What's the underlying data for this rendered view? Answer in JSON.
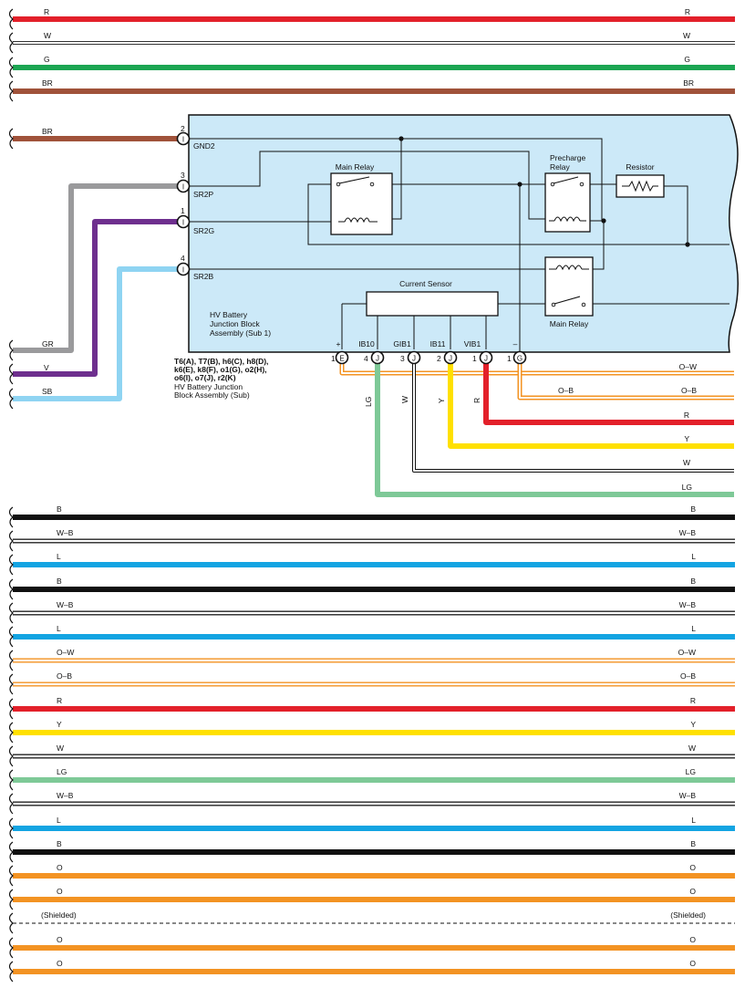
{
  "colors": {
    "R": "#e3202a",
    "W": "#ffffff",
    "G": "#1ba552",
    "BR": "#a0523a",
    "GR": "#9a9a9c",
    "V": "#6e2f8e",
    "SB": "#8fd4f2",
    "LG": "#7ec997",
    "Y": "#ffe000",
    "B": "#111111",
    "L": "#13a4e2",
    "O": "#f39323",
    "block_fill": "#cce9f8"
  },
  "top_wires": [
    {
      "label": "R",
      "color_key": "R"
    },
    {
      "label": "W",
      "color_key": "W"
    },
    {
      "label": "G",
      "color_key": "G"
    },
    {
      "label": "BR",
      "color_key": "BR"
    }
  ],
  "block": {
    "pins_left": [
      {
        "num": "2",
        "name": "GND2"
      },
      {
        "num": "3",
        "name": "SR2P"
      },
      {
        "num": "1",
        "name": "SR2G"
      },
      {
        "num": "4",
        "name": "SR2B"
      }
    ],
    "main_relay_top": "Main Relay",
    "precharge_relay_line1": "Precharge",
    "precharge_relay_line2": "Relay",
    "resistor": "Resistor",
    "current_sensor": "Current Sensor",
    "main_relay_bottom": "Main Relay",
    "name_line1": "HV Battery",
    "name_line2": "Junction Block",
    "name_line3": "Assembly (Sub 1)",
    "sensor_pins": [
      "+",
      "IB10",
      "GIB1",
      "IB11",
      "VIB1",
      "–"
    ],
    "bottom_pins": [
      {
        "num": "1",
        "conn": "E"
      },
      {
        "num": "4",
        "conn": "J"
      },
      {
        "num": "3",
        "conn": "J"
      },
      {
        "num": "2",
        "conn": "J"
      },
      {
        "num": "1",
        "conn": "J"
      },
      {
        "num": "1",
        "conn": "G"
      }
    ],
    "connector_line1": "T6(A), T7(B), h6(C), h8(D),",
    "connector_line2": "k6(E), k8(F), o1(G), o2(H),",
    "connector_line3": "o6(I), o7(J), r2(K)",
    "assembly_line1": "HV Battery Junction",
    "assembly_line2": "Block Assembly (Sub)"
  },
  "left_wires": [
    {
      "label": "BR",
      "color_key": "BR"
    },
    {
      "label": "GR",
      "color_key": "GR"
    },
    {
      "label": "V",
      "color_key": "V"
    },
    {
      "label": "SB",
      "color_key": "SB"
    }
  ],
  "vertical_wire_labels": [
    "LG",
    "W",
    "Y",
    "R"
  ],
  "right_wires": [
    {
      "label": "O–W",
      "color_key": "O"
    },
    {
      "label": "O–B",
      "color_key": "O"
    },
    {
      "label": "O–B",
      "color_key": "O"
    },
    {
      "label": "R",
      "color_key": "R"
    },
    {
      "label": "Y",
      "color_key": "Y"
    },
    {
      "label": "W",
      "color_key": "W"
    },
    {
      "label": "LG",
      "color_key": "LG"
    }
  ],
  "bottom_wires": [
    {
      "left": "B",
      "right": "B",
      "color_key": "B",
      "style": "solid"
    },
    {
      "left": "W–B",
      "right": "W–B",
      "color_key": "W",
      "style": "double"
    },
    {
      "left": "L",
      "right": "L",
      "color_key": "L",
      "style": "solid"
    },
    {
      "left": "B",
      "right": "B",
      "color_key": "B",
      "style": "solid"
    },
    {
      "left": "W–B",
      "right": "W–B",
      "color_key": "W",
      "style": "double"
    },
    {
      "left": "L",
      "right": "L",
      "color_key": "L",
      "style": "solid"
    },
    {
      "left": "O–W",
      "right": "O–W",
      "color_key": "O",
      "style": "double"
    },
    {
      "left": "O–B",
      "right": "O–B",
      "color_key": "O",
      "style": "double"
    },
    {
      "left": "R",
      "right": "R",
      "color_key": "R",
      "style": "solid"
    },
    {
      "left": "Y",
      "right": "Y",
      "color_key": "Y",
      "style": "solid"
    },
    {
      "left": "W",
      "right": "W",
      "color_key": "W",
      "style": "double"
    },
    {
      "left": "LG",
      "right": "LG",
      "color_key": "LG",
      "style": "solid"
    },
    {
      "left": "W–B",
      "right": "W–B",
      "color_key": "W",
      "style": "double"
    },
    {
      "left": "L",
      "right": "L",
      "color_key": "L",
      "style": "solid"
    },
    {
      "left": "B",
      "right": "B",
      "color_key": "B",
      "style": "solid"
    },
    {
      "left": "O",
      "right": "O",
      "color_key": "O",
      "style": "solid"
    },
    {
      "left": "O",
      "right": "O",
      "color_key": "O",
      "style": "solid"
    },
    {
      "left": "(Shielded)",
      "right": "(Shielded)",
      "color_key": "B",
      "style": "dashed"
    },
    {
      "left": "O",
      "right": "O",
      "color_key": "O",
      "style": "solid"
    },
    {
      "left": "O",
      "right": "O",
      "color_key": "O",
      "style": "solid"
    }
  ]
}
